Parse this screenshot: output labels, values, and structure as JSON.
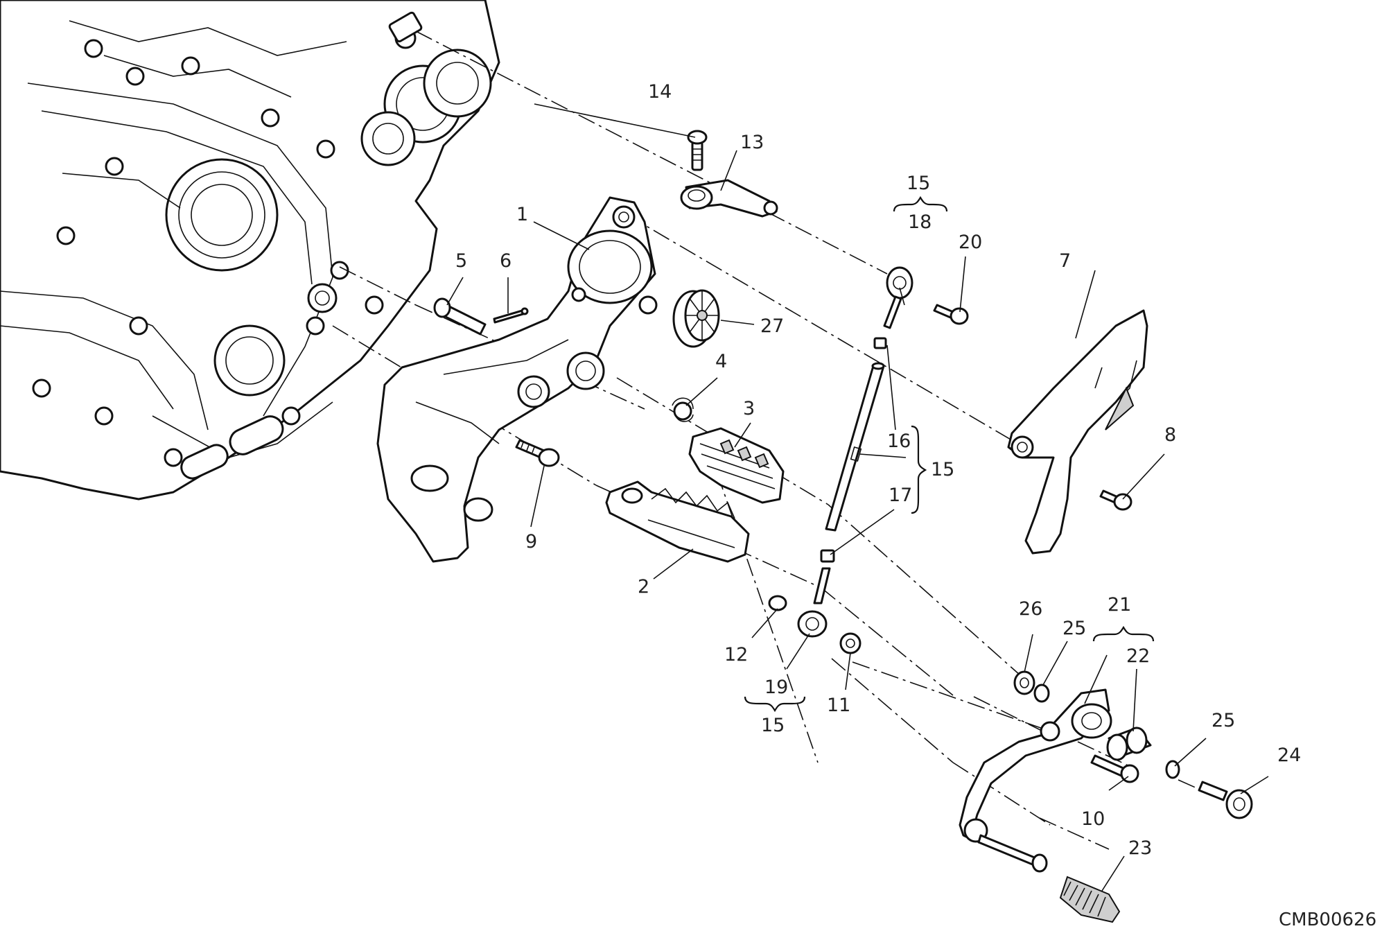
{
  "diagram_code": "CMB00626",
  "labels": {
    "l1": "1",
    "l2": "2",
    "l3": "3",
    "l4": "4",
    "l5": "5",
    "l6": "6",
    "l7": "7",
    "l8": "8",
    "l9": "9",
    "l10": "10",
    "l11": "11",
    "l12": "12",
    "l13": "13",
    "l14": "14",
    "l15a": "15",
    "l15b": "15",
    "l15c": "15",
    "l16": "16",
    "l17": "17",
    "l18": "18",
    "l19": "19",
    "l20": "20",
    "l21": "21",
    "l22": "22",
    "l23": "23",
    "l24": "24",
    "l25a": "25",
    "l25b": "25",
    "l26": "26",
    "l27": "27"
  }
}
